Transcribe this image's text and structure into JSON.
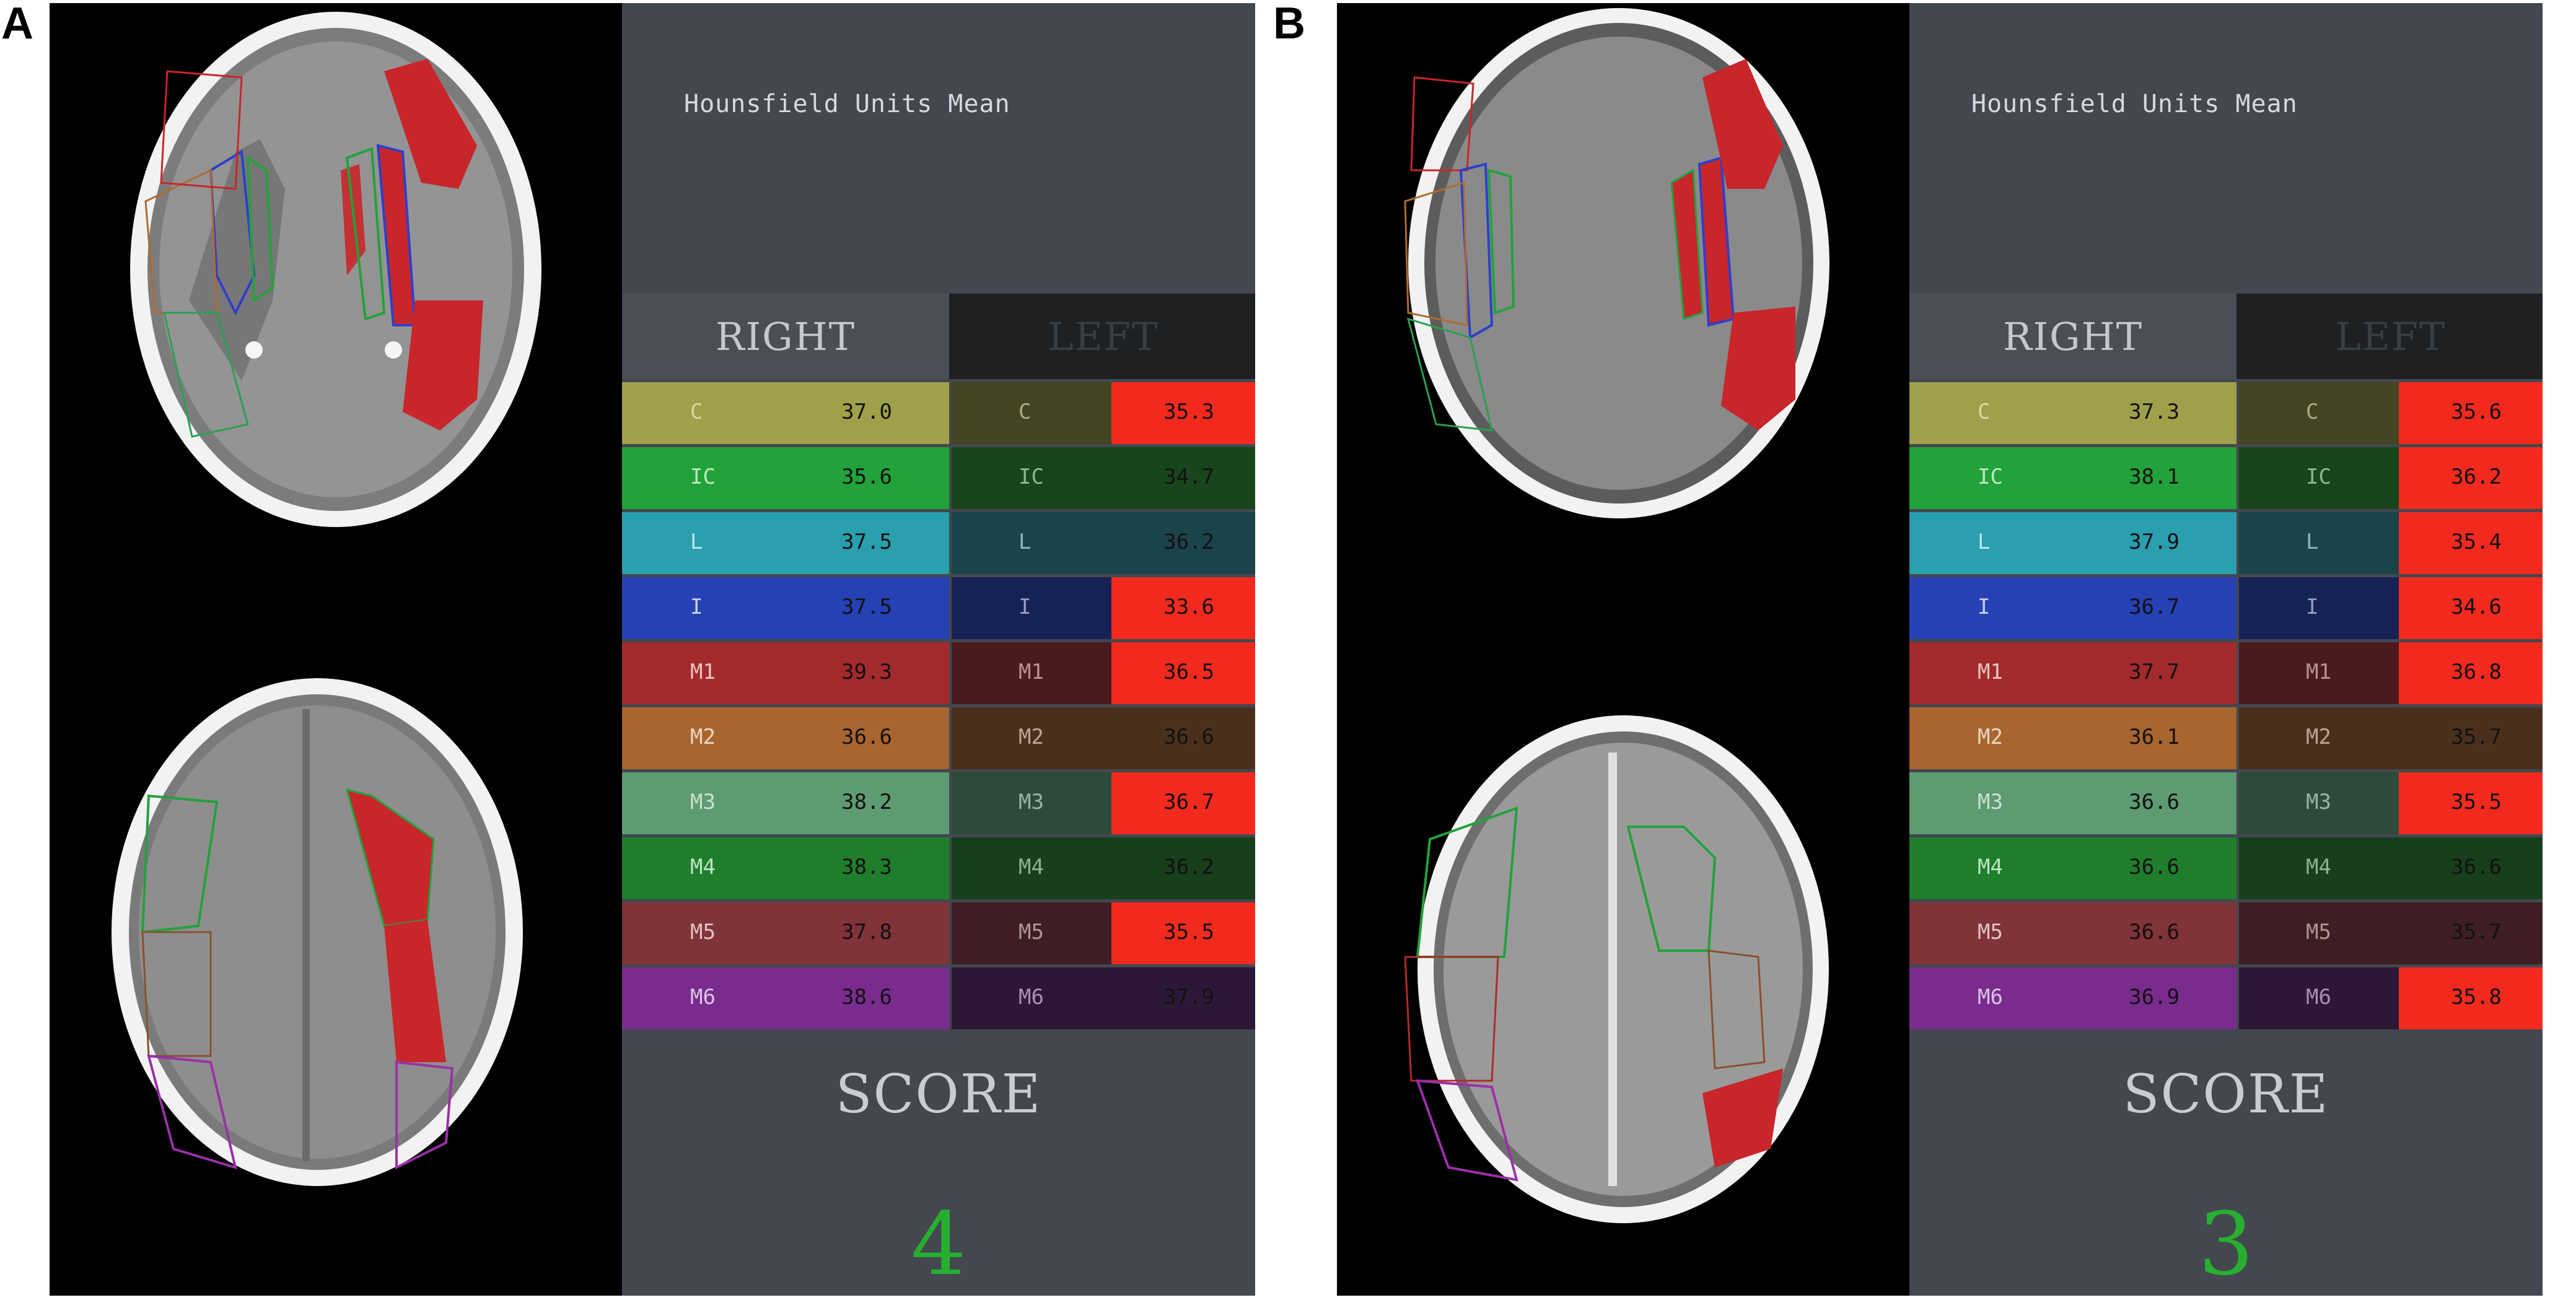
{
  "panels": [
    {
      "letter": "A",
      "title": "Hounsfield Units Mean",
      "right_header": "RIGHT",
      "left_header": "LEFT",
      "score_label": "SCORE",
      "score": "4",
      "rows": [
        {
          "label": "C",
          "right": "37.0",
          "left": "35.3",
          "left_flag": true
        },
        {
          "label": "IC",
          "right": "35.6",
          "left": "34.7",
          "left_flag": false
        },
        {
          "label": "L",
          "right": "37.5",
          "left": "36.2",
          "left_flag": false
        },
        {
          "label": "I",
          "right": "37.5",
          "left": "33.6",
          "left_flag": true
        },
        {
          "label": "M1",
          "right": "39.3",
          "left": "36.5",
          "left_flag": true
        },
        {
          "label": "M2",
          "right": "36.6",
          "left": "36.6",
          "left_flag": false
        },
        {
          "label": "M3",
          "right": "38.2",
          "left": "36.7",
          "left_flag": true
        },
        {
          "label": "M4",
          "right": "38.3",
          "left": "36.2",
          "left_flag": false
        },
        {
          "label": "M5",
          "right": "37.8",
          "left": "35.5",
          "left_flag": true
        },
        {
          "label": "M6",
          "right": "38.6",
          "left": "37.9",
          "left_flag": false
        }
      ]
    },
    {
      "letter": "B",
      "title": "Hounsfield Units Mean",
      "right_header": "RIGHT",
      "left_header": "LEFT",
      "score_label": "SCORE",
      "score": "3",
      "rows": [
        {
          "label": "C",
          "right": "37.3",
          "left": "35.6",
          "left_flag": true
        },
        {
          "label": "IC",
          "right": "38.1",
          "left": "36.2",
          "left_flag": true
        },
        {
          "label": "L",
          "right": "37.9",
          "left": "35.4",
          "left_flag": true
        },
        {
          "label": "I",
          "right": "36.7",
          "left": "34.6",
          "left_flag": true
        },
        {
          "label": "M1",
          "right": "37.7",
          "left": "36.8",
          "left_flag": true
        },
        {
          "label": "M2",
          "right": "36.1",
          "left": "35.7",
          "left_flag": false
        },
        {
          "label": "M3",
          "right": "36.6",
          "left": "35.5",
          "left_flag": true
        },
        {
          "label": "M4",
          "right": "36.6",
          "left": "36.6",
          "left_flag": false
        },
        {
          "label": "M5",
          "right": "36.6",
          "left": "35.7",
          "left_flag": false
        },
        {
          "label": "M6",
          "right": "36.9",
          "left": "35.8",
          "left_flag": true
        }
      ]
    }
  ],
  "region_colors": {
    "C": {
      "right": "#a0a04a",
      "left": "#454422",
      "label": "#d8d8a8"
    },
    "IC": {
      "right": "#22a23a",
      "left": "#18461c",
      "label": "#bfe8c0"
    },
    "L": {
      "right": "#2a9fae",
      "left": "#1b434a",
      "label": "#bfe4ea"
    },
    "I": {
      "right": "#2541b4",
      "left": "#172254",
      "label": "#c8d0f0"
    },
    "M1": {
      "right": "#a32a2c",
      "left": "#4a1a1c",
      "label": "#eac4c4"
    },
    "M2": {
      "right": "#a9652e",
      "left": "#4a301c",
      "label": "#ead6c4"
    },
    "M3": {
      "right": "#5e9a72",
      "left": "#2e4a38",
      "label": "#c8e2cf"
    },
    "M4": {
      "right": "#1f7e2c",
      "left": "#173f1c",
      "label": "#c0e2c4"
    },
    "M5": {
      "right": "#803338",
      "left": "#3e1e22",
      "label": "#e2c4c6"
    },
    "M6": {
      "right": "#7a2c8e",
      "left": "#2c1836",
      "label": "#dcc4e4"
    }
  },
  "flag_color": "#f22a1e"
}
